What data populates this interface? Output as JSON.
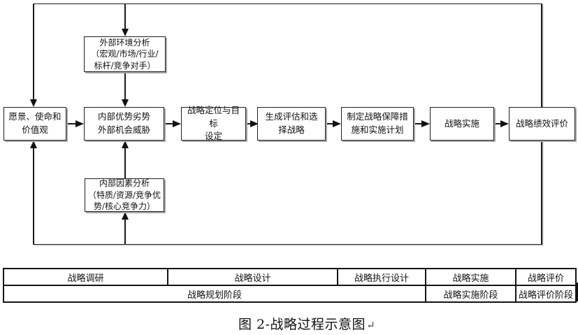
{
  "diagram": {
    "title_implied": "战略过程流程图",
    "line_color": "#1a1a1a",
    "boxes": {
      "vision": {
        "label": "愿景、使命和\n价值观"
      },
      "external_analysis": {
        "label": "外部环境分析\n（宏观/市场/行业/\n标杆/竞争对手）"
      },
      "swot": {
        "label": "内部优势劣势\n外部机会威胁"
      },
      "internal_analysis": {
        "label": "内部因素分析\n（特质/资源/竞争优\n势/核心竞争力）"
      },
      "positioning": {
        "label": "战略定位与目标\n设定"
      },
      "evaluation": {
        "label": "生成评估和选\n择战略"
      },
      "safeguard": {
        "label": "制定战略保障措\n施和实施计划"
      },
      "implementation": {
        "label": "战略实施"
      },
      "performance": {
        "label": "战略绩效评价"
      }
    }
  },
  "phase_table": {
    "stages": [
      "战略调研",
      "战略设计",
      "战略执行设计",
      "战略实施",
      "战略评价"
    ],
    "phases": [
      "战略规划阶段",
      "战略实施阶段",
      "战略评价阶段"
    ]
  },
  "caption": {
    "text": "图 2-战略过程示意图",
    "paragraph_mark": "↵"
  }
}
